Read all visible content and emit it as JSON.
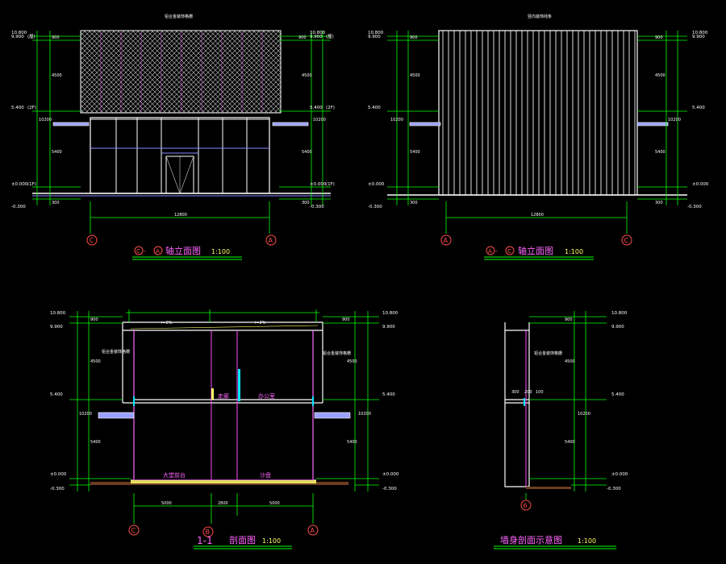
{
  "drawings": {
    "elev_ca": {
      "title": "轴立面图",
      "axis_from": "C",
      "axis_to": "A",
      "scale": "1:100",
      "roof_note": "铝合金装饰格栅",
      "total_width": "12800",
      "levels": {
        "top": "10.800",
        "roof": "9.900",
        "roof_tag": "(屋)",
        "second": "5.400",
        "second_tag": "(2F)",
        "ground": "±0.000",
        "ground_tag": "(1F)",
        "outdoor": "-0.300"
      },
      "dims": [
        "900",
        "4500",
        "10200",
        "5400",
        "300"
      ]
    },
    "elev_ac": {
      "title": "轴立面图",
      "axis_from": "A",
      "axis_to": "C",
      "scale": "1:100",
      "roof_note": "竖向装饰线条",
      "total_width": "12800"
    },
    "section": {
      "title": "剖面图",
      "label": "1-1",
      "scale": "1:100",
      "axes": [
        "C",
        "B",
        "A"
      ],
      "spans": [
        "5000",
        "2800",
        "5000"
      ],
      "rooms": {
        "upper_left": "走廊",
        "upper_right": "办公室",
        "lower_left": "大堂前台",
        "lower_right": "沙盘"
      },
      "notes": {
        "left": "铝合金装饰格栅",
        "right": "铝合金装饰格栅",
        "roof": "i=2%",
        "roof2": "i=2%"
      }
    },
    "wall": {
      "title": "墙身剖面示意图",
      "scale": "1:100",
      "axis": "6",
      "note": "铝合金装饰格栅",
      "dims": [
        "300",
        "200",
        "100"
      ]
    }
  },
  "colors": {
    "background": "#000000",
    "line": "#ffffff",
    "dim": "#00ff00",
    "text": "#ff66ff",
    "axis": "#ff4d4d",
    "glass": "#8a8aff",
    "cyan": "#00e5ff",
    "yellow": "#ffff66",
    "title": "#ffffff"
  }
}
